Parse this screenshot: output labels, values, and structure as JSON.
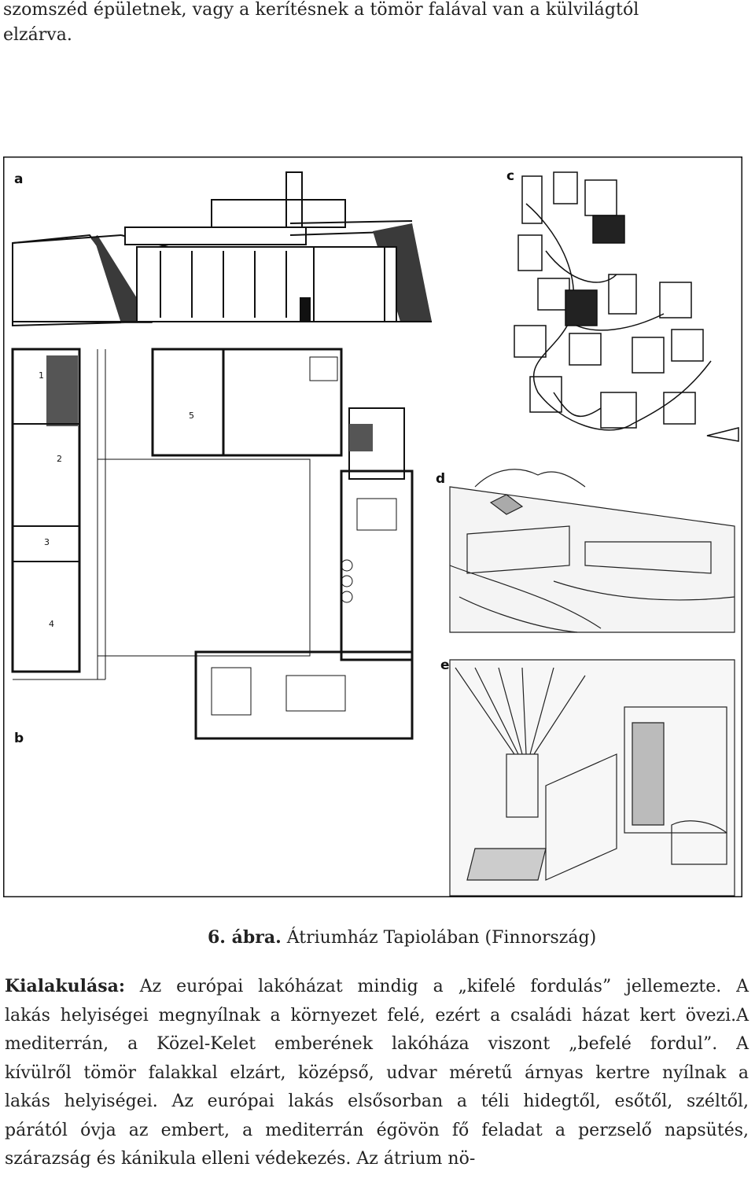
{
  "top_text": {
    "line1": "szomszéd épületnek, vagy a kerítésnek a tömör falával van a külvilágtól",
    "line2": "elzárva."
  },
  "figure": {
    "panel_labels": [
      "a",
      "b",
      "c",
      "d",
      "e"
    ],
    "room_numbers": [
      "1",
      "2",
      "3",
      "4",
      "5"
    ]
  },
  "caption": {
    "number": "6. ábra.",
    "title": " Átriumház Tapiolában (Finnország)"
  },
  "paragraph": {
    "lead": "Kialakulása:",
    "lines": [
      " Az európai lakóházat mindig a „kifelé fordulás” jellemezte. A",
      "lakás helyiségei megnyílnak a környezet felé, ezért a családi házat kert övezi.A",
      "mediterrán, a Közel-Kelet emberének lakóháza viszont „befelé fordul”. A",
      "kívülről tömör falakkal elzárt, középső, udvar méretű árnyas kertre nyílnak a",
      "lakás helyiségei. Az európai lakás elsősorban a téli hidegtől, esőtől, széltől,",
      "párától óvja az embert, a mediterrán égövön fő feladat a perzselő napsütés,",
      "szárazság és kánikula elleni védekezés. Az átrium nö-"
    ]
  }
}
